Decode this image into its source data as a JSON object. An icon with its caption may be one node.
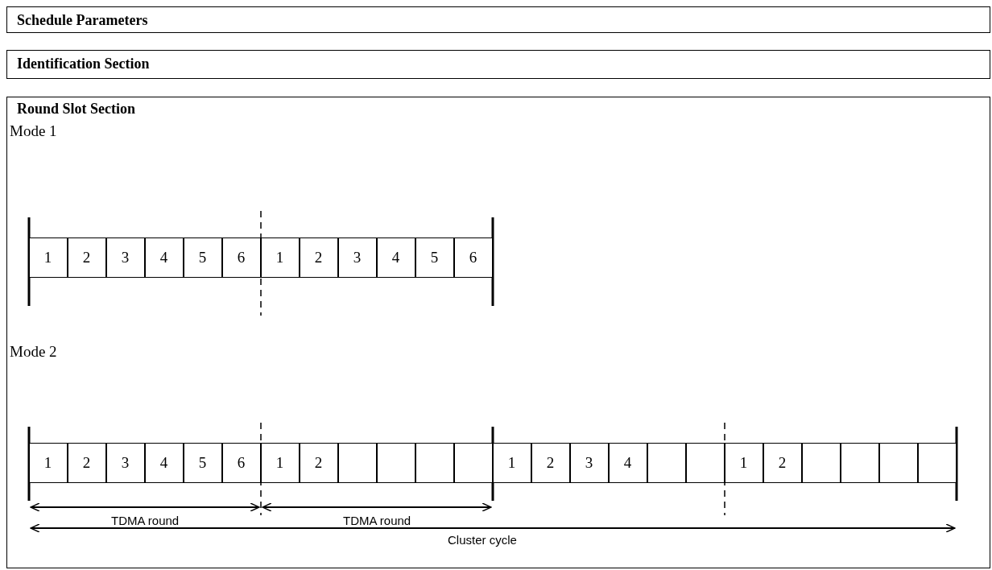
{
  "diagram": {
    "nodes": [
      {
        "text": [
          "Schedule Parameters"
        ]
      },
      {
        "text": [
          "Identification Section"
        ]
      },
      {
        "text": [
          "Round Slot Section"
        ]
      },
      {
        "text": [
          "1"
        ],
        "in": 2
      },
      {
        "text": [
          "2"
        ],
        "in": 2
      },
      {
        "text": [
          "3"
        ],
        "in": 2
      },
      {
        "text": [
          "4"
        ],
        "in": 2
      },
      {
        "text": [
          "5"
        ],
        "in": 2
      },
      {
        "text": [
          "6"
        ],
        "in": 2
      },
      {
        "text": [
          "1"
        ],
        "in": 2
      },
      {
        "text": [
          "2"
        ],
        "in": 2
      },
      {
        "text": [
          "3"
        ],
        "in": 2
      },
      {
        "text": [
          "4"
        ],
        "in": 2
      },
      {
        "text": [
          "5"
        ],
        "in": 2
      },
      {
        "text": [
          "6"
        ],
        "in": 2
      },
      {
        "text": [
          "1"
        ],
        "in": 2
      },
      {
        "text": [
          "2"
        ],
        "in": 2
      },
      {
        "text": [
          "3"
        ],
        "in": 2
      },
      {
        "text": [
          "4"
        ],
        "in": 2
      },
      {
        "text": [
          "5"
        ],
        "in": 2
      },
      {
        "text": [
          "6"
        ],
        "in": 2
      },
      {
        "text": [
          "1"
        ],
        "in": 2
      },
      {
        "text": [
          "2"
        ],
        "in": 2
      },
      {
        "text": [],
        "shape": "box",
        "in": 2
      },
      {
        "text": [],
        "shape": "box",
        "in": 2
      },
      {
        "text": [],
        "shape": "box",
        "in": 2
      },
      {
        "text": [],
        "shape": "box",
        "in": 2
      },
      {
        "text": [
          "1"
        ],
        "in": 2
      },
      {
        "text": [
          "2"
        ],
        "in": 2
      },
      {
        "text": [
          "3"
        ],
        "in": 2
      },
      {
        "text": [
          "4"
        ],
        "in": 2
      },
      {
        "text": [],
        "shape": "box",
        "in": 2
      },
      {
        "text": [],
        "shape": "box",
        "in": 2
      },
      {
        "text": [
          "1"
        ],
        "in": 2
      },
      {
        "text": [
          "2"
        ],
        "in": 2
      },
      {
        "text": [],
        "shape": "box",
        "in": 2
      },
      {
        "text": [],
        "shape": "box",
        "in": 2
      },
      {
        "text": [],
        "shape": "box",
        "in": 2
      },
      {
        "text": [],
        "shape": "box",
        "in": 2
      }
    ],
    "edges": [],
    "labels": [
      "Mode 1",
      "Mode 2",
      "TDMA round",
      "TDMA round",
      "Cluster cycle"
    ]
  }
}
